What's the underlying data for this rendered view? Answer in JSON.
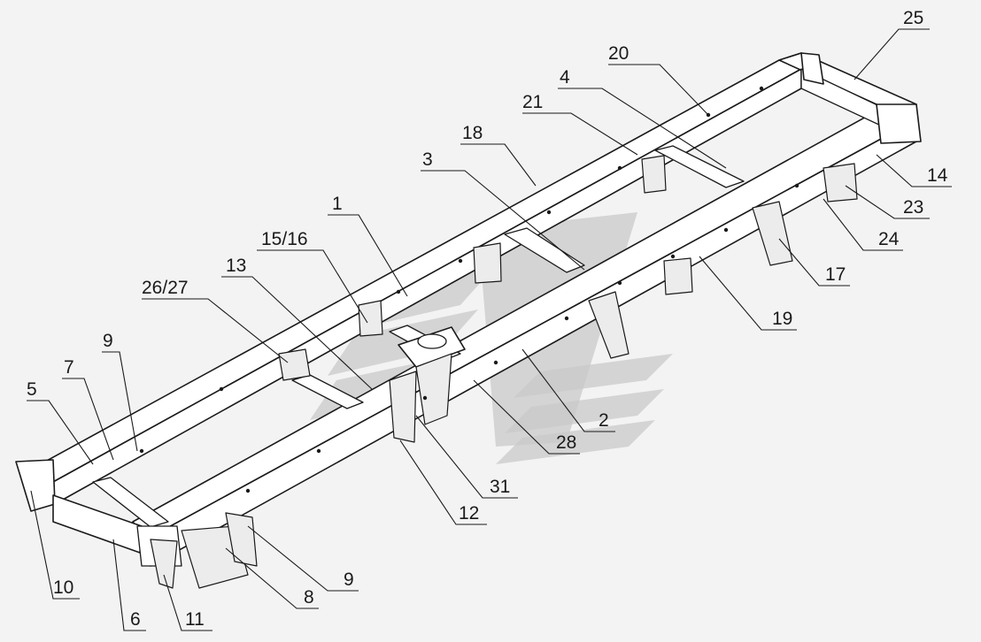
{
  "callouts": [
    {
      "id": "c25",
      "text": "25"
    },
    {
      "id": "c20",
      "text": "20"
    },
    {
      "id": "c4",
      "text": "4"
    },
    {
      "id": "c21",
      "text": "21"
    },
    {
      "id": "c18",
      "text": "18"
    },
    {
      "id": "c3",
      "text": "3"
    },
    {
      "id": "c14",
      "text": "14"
    },
    {
      "id": "c23",
      "text": "23"
    },
    {
      "id": "c24",
      "text": "24"
    },
    {
      "id": "c17",
      "text": "17"
    },
    {
      "id": "c19",
      "text": "19"
    },
    {
      "id": "c1",
      "text": "1"
    },
    {
      "id": "c15_16",
      "text": "15/16"
    },
    {
      "id": "c13",
      "text": "13"
    },
    {
      "id": "c26_27",
      "text": "26/27"
    },
    {
      "id": "c9a",
      "text": "9"
    },
    {
      "id": "c7",
      "text": "7"
    },
    {
      "id": "c5",
      "text": "5"
    },
    {
      "id": "c2",
      "text": "2"
    },
    {
      "id": "c28",
      "text": "28"
    },
    {
      "id": "c31",
      "text": "31"
    },
    {
      "id": "c12",
      "text": "12"
    },
    {
      "id": "c9b",
      "text": "9"
    },
    {
      "id": "c8",
      "text": "8"
    },
    {
      "id": "c10",
      "text": "10"
    },
    {
      "id": "c6",
      "text": "6"
    },
    {
      "id": "c11",
      "text": "11"
    }
  ]
}
